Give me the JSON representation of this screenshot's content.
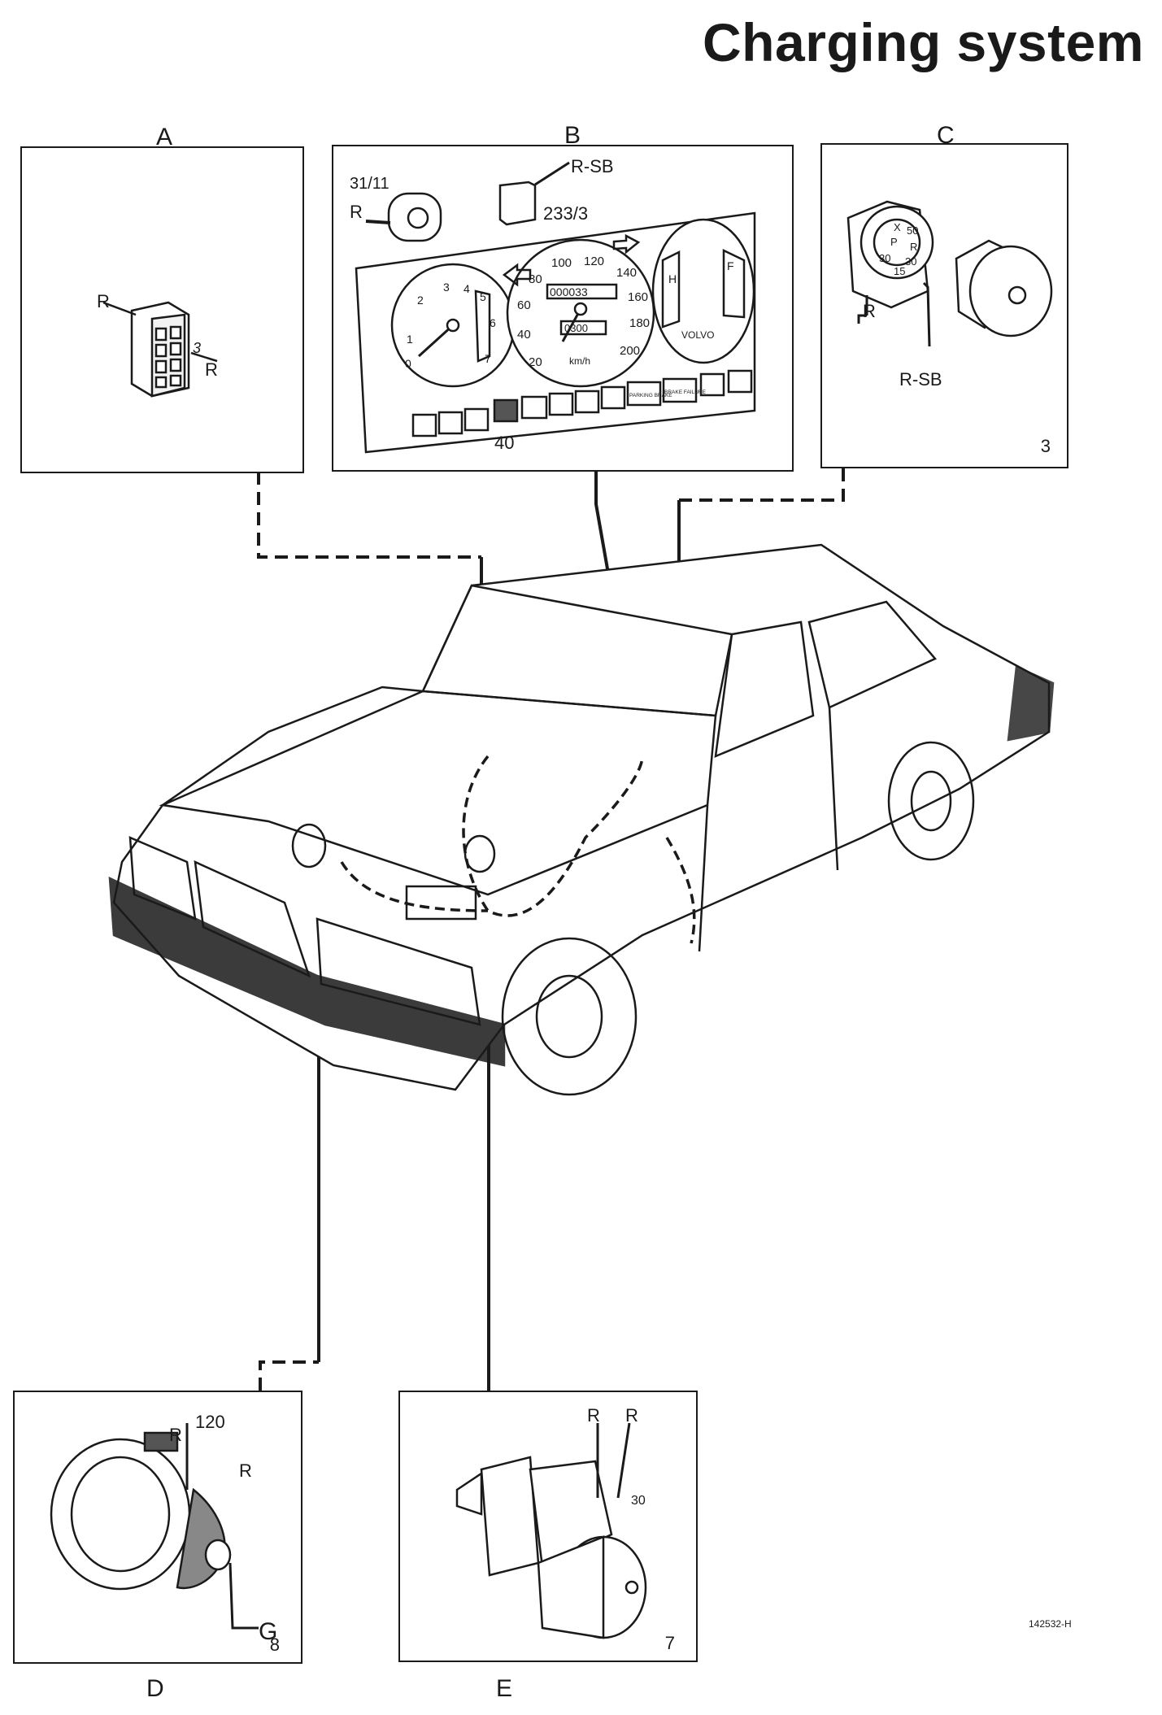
{
  "title": "Charging system",
  "doc_ref": "142532-H",
  "panels": {
    "A": {
      "letter": "A",
      "component": "",
      "callouts": [
        "R",
        "3",
        "R"
      ]
    },
    "B": {
      "letter": "B",
      "component": "",
      "callouts": {
        "bulb_holder": "31/11",
        "bulb_wire": "R",
        "connector_wire": "R-SB",
        "connector_num": "233/3",
        "indicator": "40"
      },
      "tacho_ticks": [
        "0",
        "1",
        "2",
        "3",
        "4",
        "5",
        "6",
        "7"
      ],
      "speedo_ticks": [
        "20",
        "40",
        "60",
        "80",
        "100",
        "120",
        "140",
        "160",
        "180",
        "200"
      ],
      "odometer": "000033",
      "trip": "0300",
      "speed_unit": "km/h",
      "fuel_marks": [
        "H",
        "F"
      ],
      "brand": "VOLVO",
      "warning_lamps": [
        "PARKING BRAKE",
        "BRAKE FAILURE"
      ]
    },
    "C": {
      "letter": "C",
      "component": "3",
      "callouts": {
        "wire_a": "R",
        "wire_b": "R-SB"
      },
      "switch_terms": [
        "X",
        "50",
        "P",
        "R",
        "30",
        "30",
        "15"
      ]
    },
    "D": {
      "letter": "D",
      "component": "8",
      "callouts": {
        "wire_a": "R",
        "term_a": "120",
        "wire_b": "R",
        "ground": "G"
      }
    },
    "E": {
      "letter": "E",
      "component": "7",
      "callouts": {
        "wire_a": "R",
        "wire_b": "R",
        "terminal": "30"
      }
    }
  }
}
